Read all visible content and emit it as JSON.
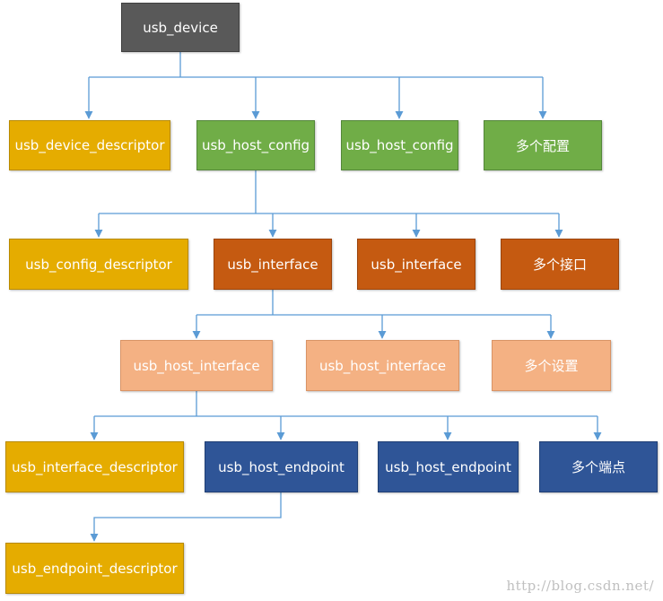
{
  "nodes": {
    "usb_device": "usb_device",
    "usb_device_descriptor": "usb_device_descriptor",
    "usb_host_config_1": "usb_host_config",
    "usb_host_config_2": "usb_host_config",
    "multi_config": "多个配置",
    "usb_config_descriptor": "usb_config_descriptor",
    "usb_interface_1": "usb_interface",
    "usb_interface_2": "usb_interface",
    "multi_interface": "多个接口",
    "usb_host_interface_1": "usb_host_interface",
    "usb_host_interface_2": "usb_host_interface",
    "multi_setting": "多个设置",
    "usb_interface_descriptor": "usb_interface_descriptor",
    "usb_host_endpoint_1": "usb_host_endpoint",
    "usb_host_endpoint_2": "usb_host_endpoint",
    "multi_endpoint": "多个端点",
    "usb_endpoint_descriptor": "usb_endpoint_descriptor"
  },
  "colors": {
    "root": "#595959",
    "descriptor": "#e5ac00",
    "config": "#70ad47",
    "interface": "#c55a11",
    "host_interface": "#f4b183",
    "endpoint": "#2f5597",
    "connector": "#5b9bd5"
  },
  "watermark": "http://blog.csdn.net/"
}
